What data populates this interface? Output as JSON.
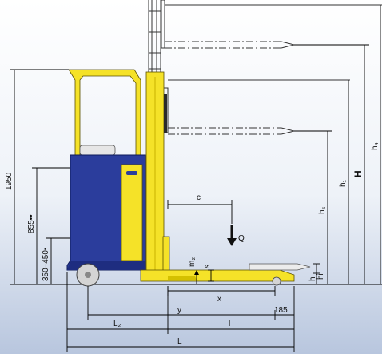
{
  "colors": {
    "background_top": "#ffffff",
    "background_bottom": "#b8c6de",
    "mast_yellow": "#f5e228",
    "body_blue": "#2b3d9c",
    "body_outline": "#0e1a5a",
    "wheel_gray": "#d4d4d4",
    "load_arrow": "#111111"
  },
  "labels": {
    "height_1950": "1950",
    "height_855": "855••",
    "height_350_450": "350–450•",
    "c": "c",
    "Q": "Q",
    "m2": "m₂",
    "s": "s",
    "x": "x",
    "y": "y",
    "val_185": "185",
    "L2": "L₂",
    "l": "l",
    "L": "L",
    "h1": "h₁",
    "H": "H",
    "h4": "h₄",
    "h5": "h₅",
    "h": "h",
    "hi": "hi"
  }
}
